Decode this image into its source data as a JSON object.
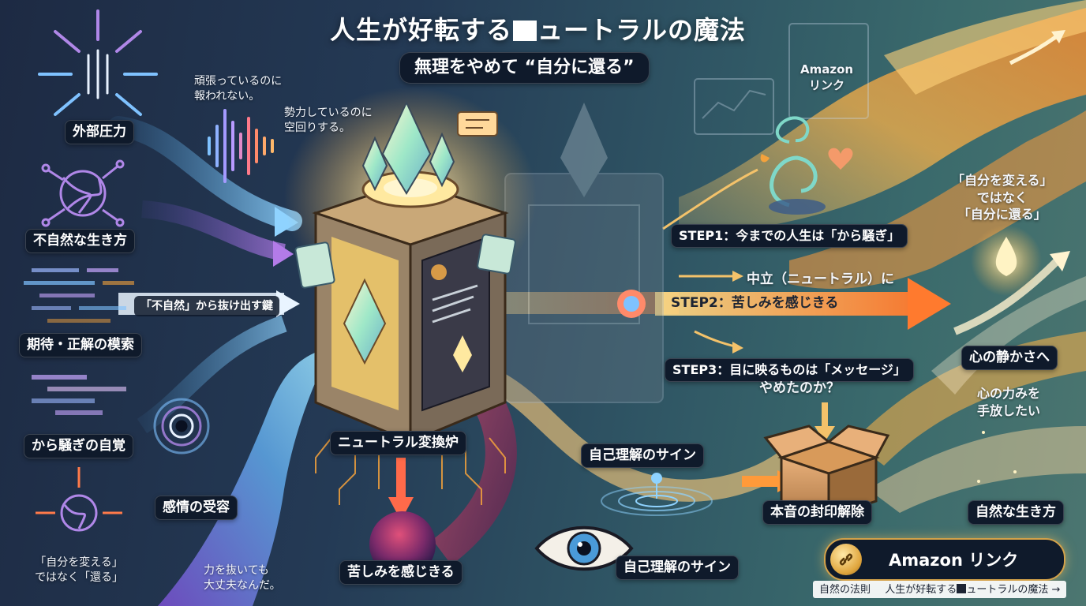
{
  "header": {
    "title_before": "人生が好転する",
    "title_after": "ュートラルの魔法",
    "subtitle": "無理をやめて “自分に還る”"
  },
  "amazon_top": {
    "line1": "Amazon",
    "line2": "リンク"
  },
  "left": {
    "pressure": "外部圧力",
    "unnatural": "不自然な生き方",
    "search": "期待・正解の模索",
    "awareness": "から騒ぎの自覚",
    "quote_change": {
      "line1": "「自分を変える」",
      "line2": "ではなく「還る」"
    }
  },
  "quotes": {
    "effort_line1": "頑張っているのに",
    "effort_line2": "報われない。",
    "spin_line1": "勢力しているのに",
    "spin_line2": "空回りする。",
    "relax_line1": "力を抜いても",
    "relax_line2": "大丈夫なんだ。"
  },
  "center": {
    "key": "「不自然」から抜け出す鍵",
    "reactor": "ニュートラル変換炉",
    "emotion": "感情の受容",
    "suffer": "苦しみを感じきる"
  },
  "steps": {
    "step1": "STEP1：今までの人生は「から騒ぎ」",
    "neutral": "中立（ニュートラル）に",
    "step2": "STEP2：苦しみを感じきる",
    "step3_line1": "STEP3：目に映るものは「メッセージ」",
    "step3_line2": "やめたのか？"
  },
  "right": {
    "quote_line1": "「自分を変える」",
    "quote_line2": "ではなく",
    "quote_line3": "「自分に還る」",
    "quiet": "心の静かさへ",
    "release_line1": "心の力みを",
    "release_line2": "手放したい",
    "unseal": "本音の封印解除",
    "natural": "自然な生き方"
  },
  "signs": {
    "sign1": "自己理解のサイン",
    "sign2": "自己理解のサイン"
  },
  "amazon_button": {
    "label": "Amazon リンク"
  },
  "footer": {
    "left": "自然の法則",
    "right_before": "人生が好転する",
    "right_after": "ュートラルの魔法 →"
  },
  "colors": {
    "accent_gold": "#f4a23c",
    "accent_orange": "#ff8a3d",
    "pill_bg": "#0f1a2b",
    "bg_navy": "#1d2a43",
    "bg_teal": "#4c7670"
  },
  "icons": [
    "arrows-in-icon",
    "knot-icon",
    "data-stream-icon",
    "vortex-icon",
    "crystal-icon",
    "eye-icon",
    "ripple-icon",
    "box-icon",
    "droplet-icon",
    "heart-icon",
    "chart-monitor-icon",
    "link-icon",
    "sparkle-icon"
  ]
}
